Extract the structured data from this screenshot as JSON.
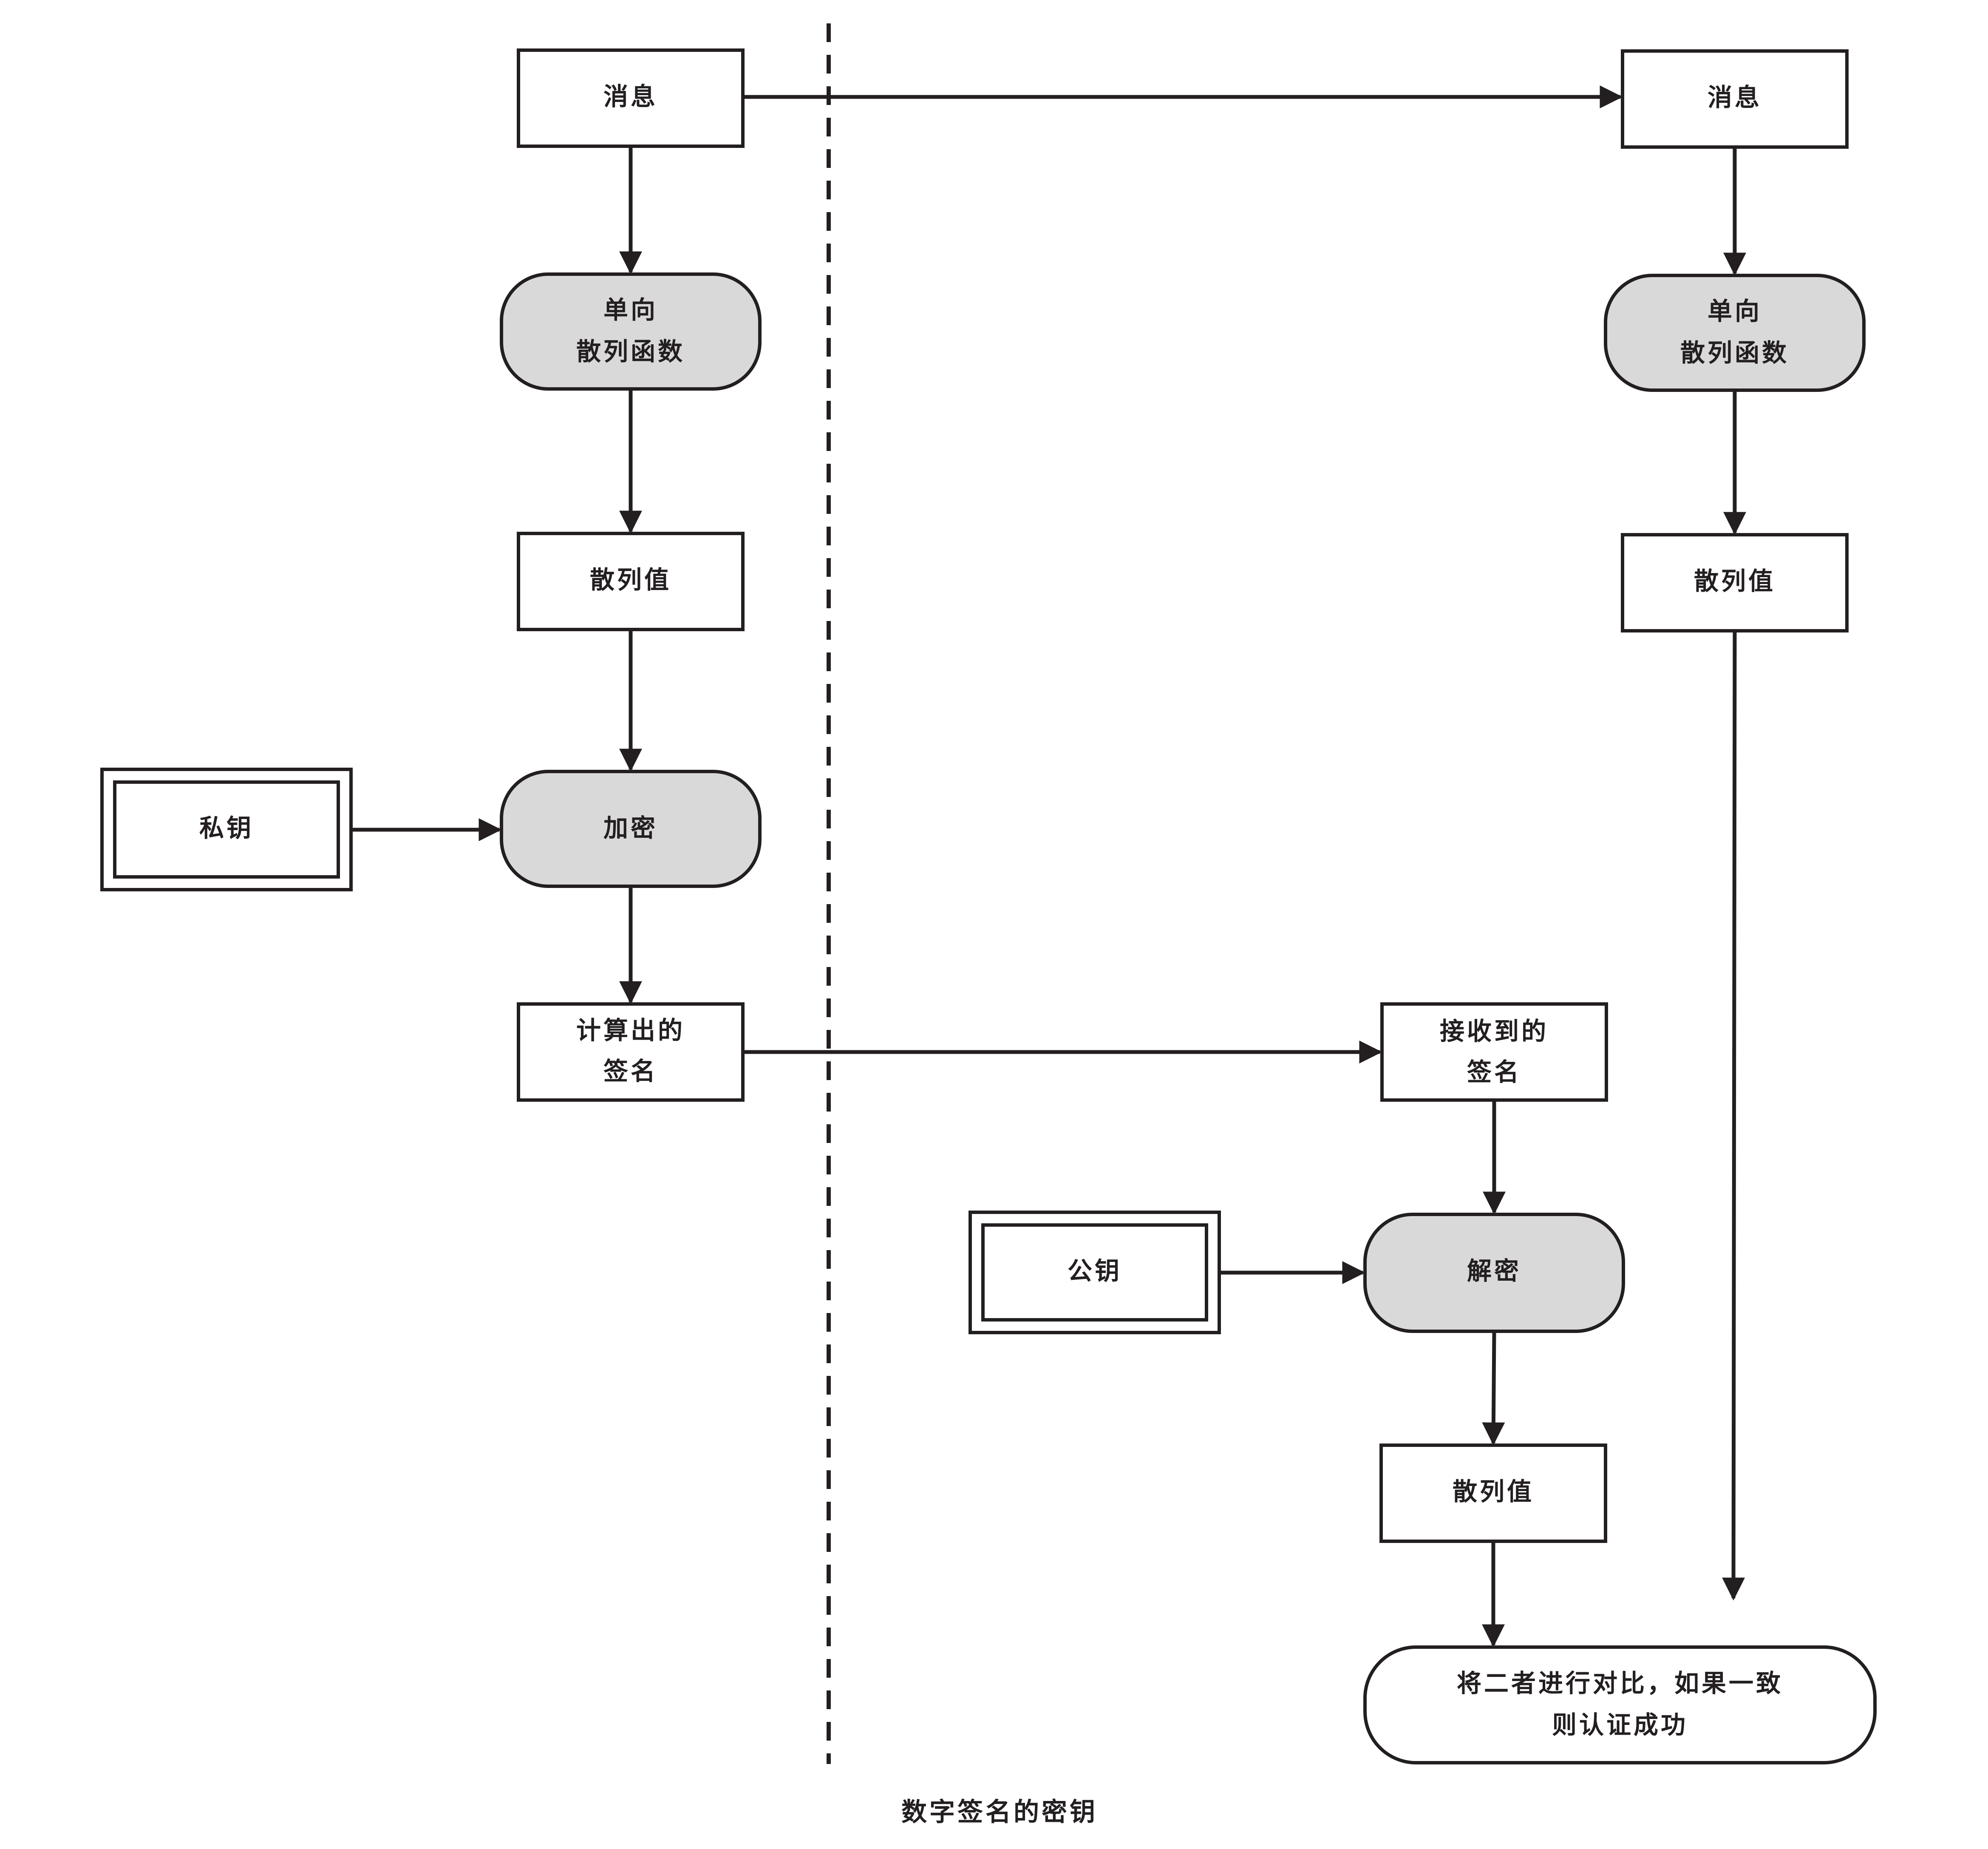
{
  "sender": {
    "message": "消息",
    "hash_function": [
      "单向",
      "散列函数"
    ],
    "hash_value": "散列值",
    "private_key": "私钥",
    "encrypt": "加密",
    "signature": [
      "计算出的",
      "签名"
    ]
  },
  "receiver": {
    "message": "消息",
    "hash_function": [
      "单向",
      "散列函数"
    ],
    "hash_value": "散列值",
    "received_signature": [
      "接收到的",
      "签名"
    ],
    "public_key": "公钥",
    "decrypt": "解密",
    "decrypted_hash_value": "散列值",
    "compare": [
      "将二者进行对比，如果一致",
      "则认证成功"
    ]
  },
  "caption": "数字签名的密钥",
  "colors": {
    "stroke": "#231f20",
    "process_fill": "#d9d9d9",
    "box_fill": "#ffffff"
  }
}
